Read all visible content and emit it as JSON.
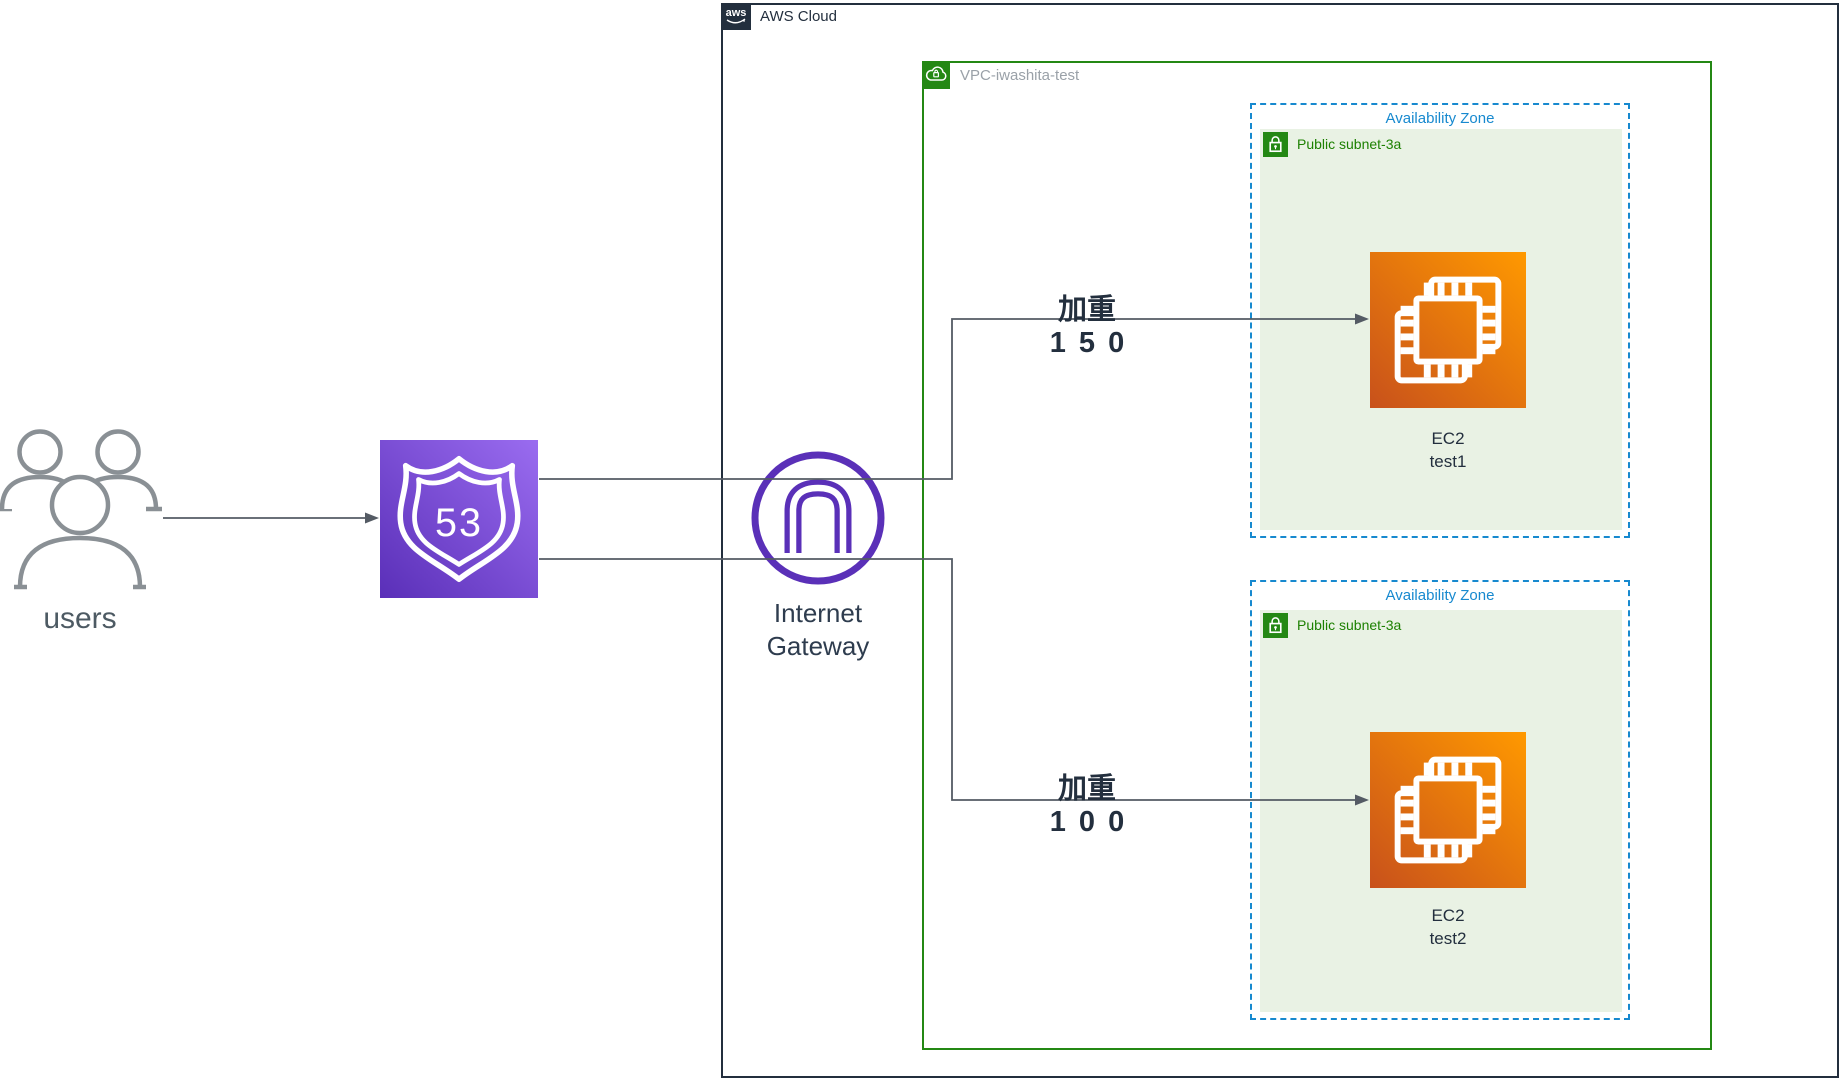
{
  "aws_cloud": {
    "logo_text": "aws",
    "label": "AWS Cloud"
  },
  "vpc": {
    "label": "VPC-iwashita-test"
  },
  "users": {
    "label": "users"
  },
  "route53": {
    "badge": "53"
  },
  "internet_gateway": {
    "label_line1": "Internet",
    "label_line2": "Gateway"
  },
  "zones": [
    {
      "az_label": "Availability Zone",
      "subnet_label": "Public subnet-3a",
      "ec2_name": "EC2",
      "ec2_sub": "test1",
      "weight_title": "加重",
      "weight_value": "150"
    },
    {
      "az_label": "Availability Zone",
      "subnet_label": "Public subnet-3a",
      "ec2_name": "EC2",
      "ec2_sub": "test2",
      "weight_title": "加重",
      "weight_value": "100"
    }
  ],
  "colors": {
    "navy": "#232f3e",
    "green": "#248814",
    "green_text": "#1d8102",
    "subnet_bg": "#e9f2e4",
    "az_blue": "#1789cf",
    "line_gray": "#545b64",
    "igw_purple": "#5a30b8",
    "ec2_gradient_from": "#C8511B",
    "ec2_gradient_to": "#FF9900",
    "route53_gradient_from": "#5a2fb8",
    "route53_gradient_to": "#9a6cf0"
  }
}
